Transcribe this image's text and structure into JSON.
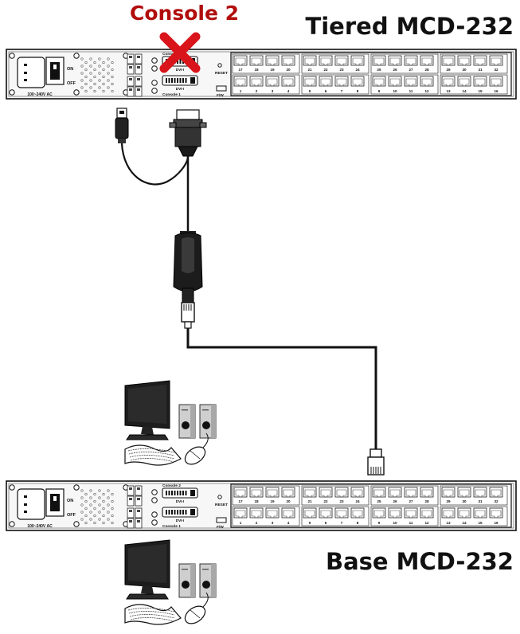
{
  "labels": {
    "console2_title": "Console 2",
    "tiered_title": "Tiered MCD-232",
    "base_title": "Base MCD-232"
  },
  "panel": {
    "power_label": "100~240V AC",
    "on_label": "ON",
    "off_label": "OFF",
    "console2_label": "Console 2",
    "console1_label": "Console 1",
    "dvi_label": "DVI-I",
    "reset_label": "RESET",
    "fw_label": "F/W",
    "top_ports": [
      "17",
      "18",
      "19",
      "20",
      "21",
      "22",
      "23",
      "24",
      "25",
      "26",
      "27",
      "28",
      "29",
      "30",
      "31",
      "32"
    ],
    "bottom_ports": [
      "1",
      "2",
      "3",
      "4",
      "5",
      "6",
      "7",
      "8",
      "9",
      "10",
      "11",
      "12",
      "13",
      "14",
      "15",
      "16"
    ]
  },
  "colors": {
    "console2_red": "#b10d0d",
    "cross_red": "#d9141b",
    "panel_bg": "#f7f7f7",
    "line": "#111111"
  },
  "icons": [
    "cross-x-icon",
    "usb-plug-icon",
    "vga-plug-icon",
    "dongle-icon",
    "rj45-plug-icon",
    "monitor-icon",
    "speaker-icon",
    "keyboard-icon",
    "mouse-icon"
  ]
}
